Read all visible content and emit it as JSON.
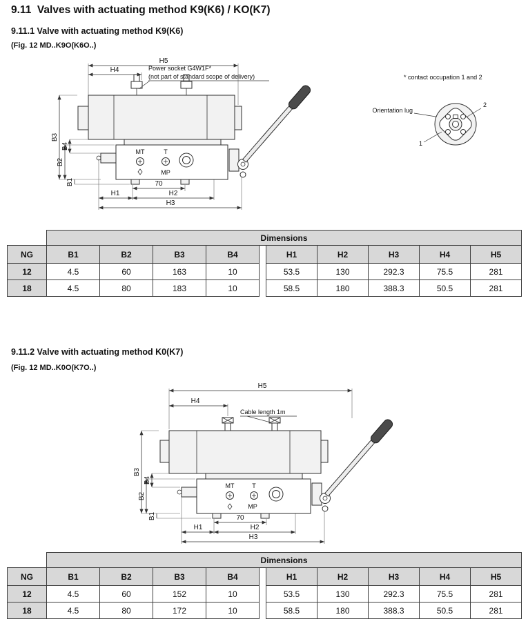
{
  "page": {
    "title": "9.11  Valves with actuating method K9(K6) / KO(K7)"
  },
  "fig_labels": {
    "h1": "H1",
    "h2": "H2",
    "h3": "H3",
    "h4": "H4",
    "h5": "H5",
    "b1": "B1",
    "b2": "B2",
    "b3": "B3",
    "b4": "B4",
    "dim70": "70",
    "mt": "MT",
    "t": "T",
    "mp": "MP"
  },
  "section1": {
    "heading": "9.11.1 Valve with actuating method K9(K6)",
    "fig_caption": "(Fig. 12 MD..K9O(K6O..)",
    "notes": {
      "power_socket_line1": "Power socket G4W1F*",
      "power_socket_line2": "(not part of standard scope of delivery)",
      "contact_occupation": "* contact occupation 1 and 2",
      "orientation_lug": "Orientation lug",
      "pin1": "1",
      "pin2": "2"
    },
    "table": {
      "title": "Dimensions",
      "columns": [
        "NG",
        "B1",
        "B2",
        "B3",
        "B4",
        "H1",
        "H2",
        "H3",
        "H4",
        "H5"
      ],
      "rows": [
        [
          "12",
          "4.5",
          "60",
          "163",
          "10",
          "53.5",
          "130",
          "292.3",
          "75.5",
          "281"
        ],
        [
          "18",
          "4.5",
          "80",
          "183",
          "10",
          "58.5",
          "180",
          "388.3",
          "50.5",
          "281"
        ]
      ]
    }
  },
  "section2": {
    "heading": "9.11.2 Valve with actuating method K0(K7)",
    "fig_caption": "(Fig. 12 MD..K0O(K7O..)",
    "notes": {
      "cable_length": "Cable length 1m"
    },
    "table": {
      "title": "Dimensions",
      "columns": [
        "NG",
        "B1",
        "B2",
        "B3",
        "B4",
        "H1",
        "H2",
        "H3",
        "H4",
        "H5"
      ],
      "rows": [
        [
          "12",
          "4.5",
          "60",
          "152",
          "10",
          "53.5",
          "130",
          "292.3",
          "75.5",
          "281"
        ],
        [
          "18",
          "4.5",
          "80",
          "172",
          "10",
          "58.5",
          "180",
          "388.3",
          "50.5",
          "281"
        ]
      ]
    }
  }
}
